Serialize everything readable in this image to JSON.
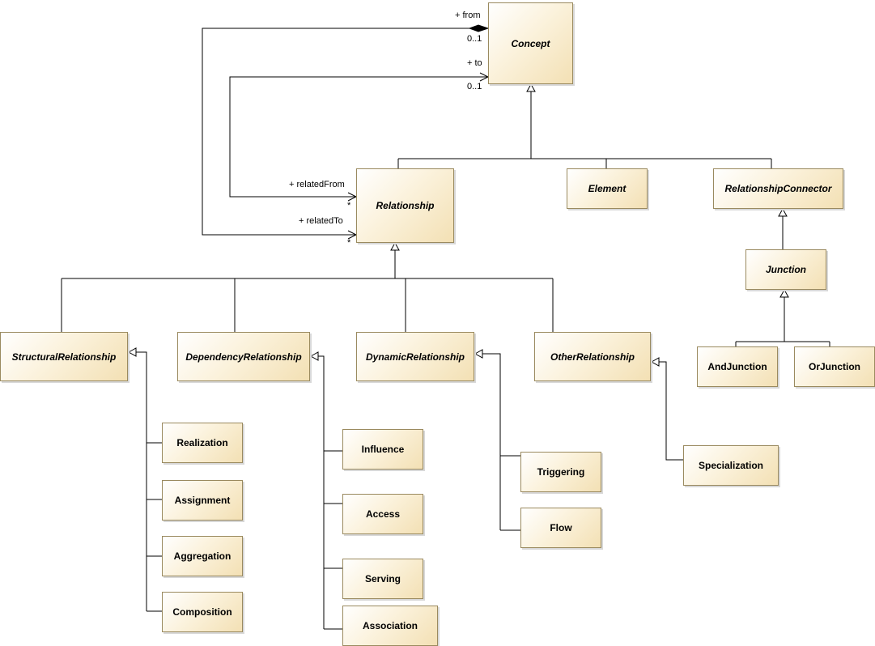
{
  "classes": {
    "concept": "Concept",
    "relationship": "Relationship",
    "element": "Element",
    "relationship_connector": "RelationshipConnector",
    "junction": "Junction",
    "and_junction": "AndJunction",
    "or_junction": "OrJunction",
    "structural_relationship": "StructuralRelationship",
    "dependency_relationship": "DependencyRelationship",
    "dynamic_relationship": "DynamicRelationship",
    "other_relationship": "OtherRelationship",
    "realization": "Realization",
    "assignment": "Assignment",
    "aggregation": "Aggregation",
    "composition": "Composition",
    "influence": "Influence",
    "access": "Access",
    "serving": "Serving",
    "association": "Association",
    "triggering": "Triggering",
    "flow": "Flow",
    "specialization": "Specialization"
  },
  "associations": {
    "from_role": "+ from",
    "from_mult": "0..1",
    "to_role": "+ to",
    "to_mult": "0..1",
    "related_from_role": "+ relatedFrom",
    "related_from_mult": "*",
    "related_to_role": "+ relatedTo",
    "related_to_mult": "*"
  }
}
